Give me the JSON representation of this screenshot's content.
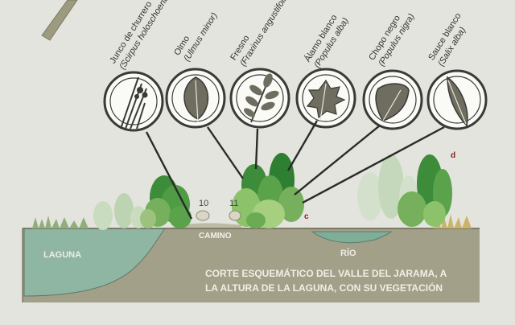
{
  "species": [
    {
      "common": "Junco de churrero",
      "latin": "(Scirpus holoschoenus)",
      "icon": "rush-icon"
    },
    {
      "common": "Olmo",
      "latin": "(Ulmus minor)",
      "icon": "elm-leaf-icon"
    },
    {
      "common": "Fresno",
      "latin": "(Fraxinus angustifolia)",
      "icon": "ash-leaf-icon"
    },
    {
      "common": "Álamo blanco",
      "latin": "(Populus alba)",
      "icon": "white-poplar-leaf-icon"
    },
    {
      "common": "Chopo negro",
      "latin": "(Populus nigra)",
      "icon": "black-poplar-leaf-icon"
    },
    {
      "common": "Sauce blanco",
      "latin": "(Salix alba)",
      "icon": "willow-leaf-icon"
    }
  ],
  "zones": {
    "laguna": "LAGUNA",
    "camino": "CAMINO",
    "rio": "RÍO"
  },
  "markers": {
    "n10": "10",
    "n11": "11",
    "c": "c",
    "d": "d"
  },
  "caption": {
    "line1": "CORTE ESQUEMÁTICO DEL VALLE DEL JARAMA, A",
    "line2": "LA ALTURA DE LA LAGUNA, CON SU VEGETACIÓN"
  },
  "colors": {
    "ground": "#a3a08a",
    "water": "#8fb6a3",
    "tree_dark": "#3d8c3a",
    "tree_light": "#8cc26a",
    "tree_pale": "#c9dcc0",
    "icon_ring": "#3a3a36"
  }
}
